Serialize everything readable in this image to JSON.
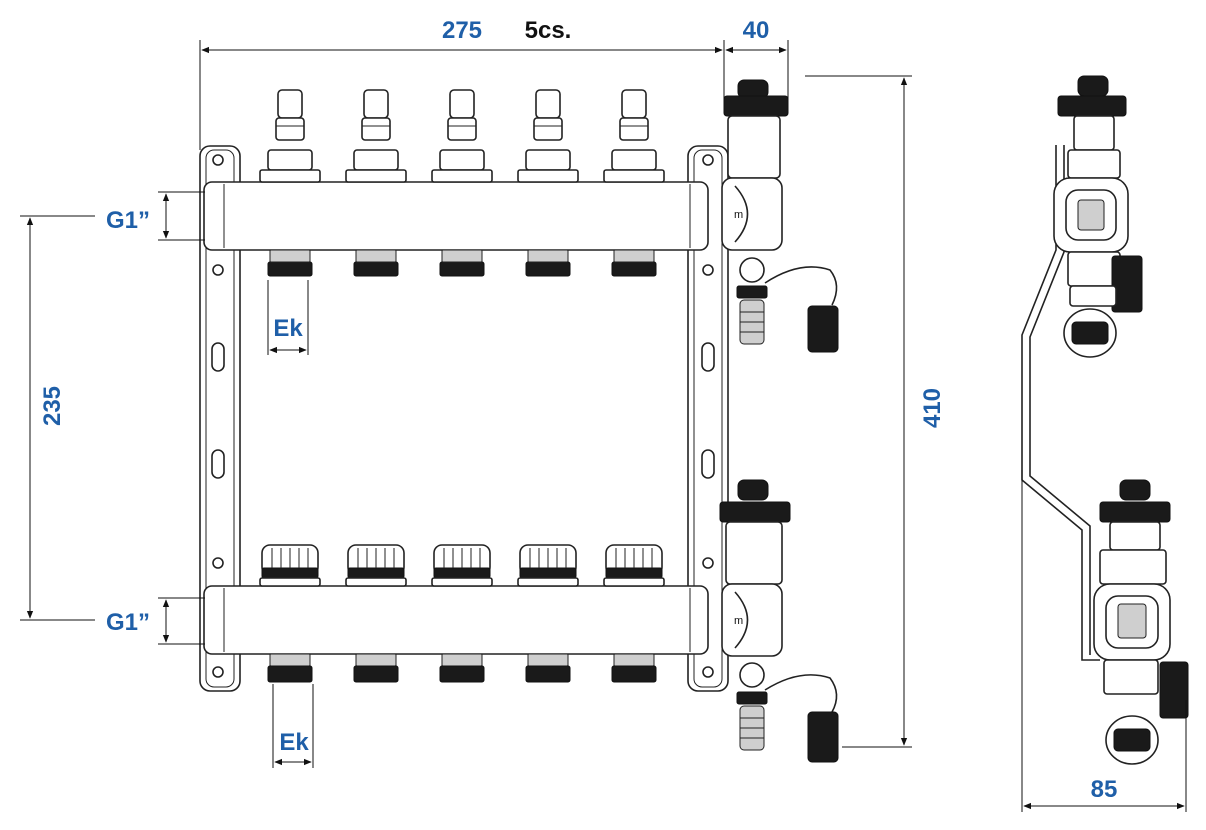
{
  "dimensions": {
    "width_label": "275",
    "count_label": "5cs.",
    "side_offset_label": "40",
    "total_height_label": "410",
    "spacing_label": "235",
    "depth_label": "85",
    "top_inlet_label": "G1”",
    "bottom_inlet_label": "G1”",
    "top_outlet_label": "Ek",
    "bottom_outlet_label": "Ek"
  },
  "colors": {
    "dimension_text": "#1f5fa8",
    "count_text": "#111111"
  },
  "outlets_per_bar": 5
}
